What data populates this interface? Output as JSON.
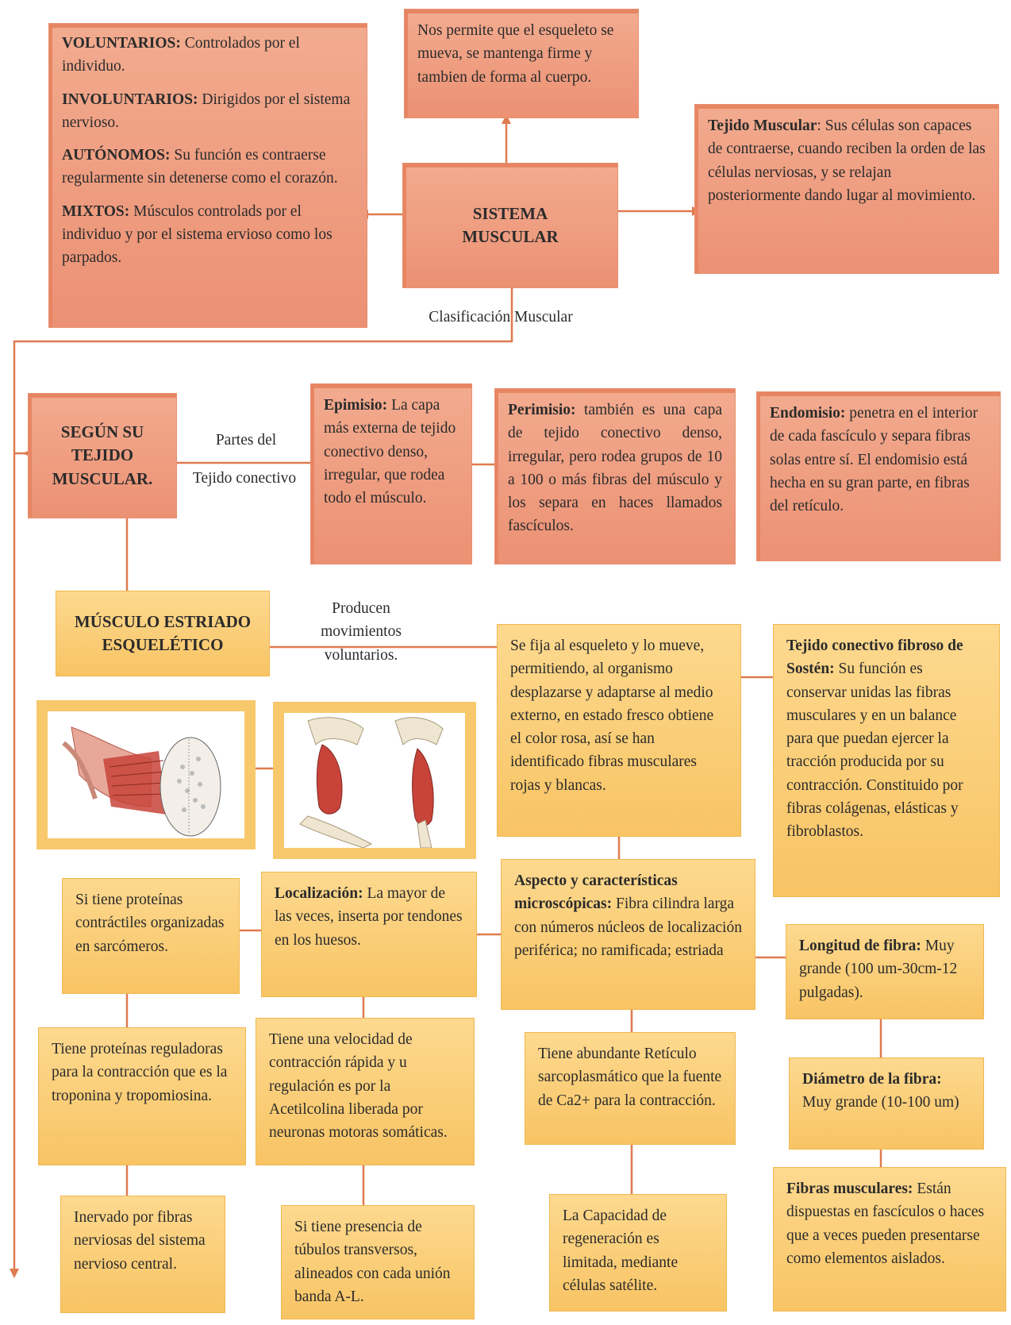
{
  "top_info": "Nos permite que el esqueleto se mueva, se mantenga firme y tambien de forma al cuerpo.",
  "types": [
    {
      "term": "VOLUNTARIOS:",
      "text": " Controlados por el individuo."
    },
    {
      "term": "INVOLUNTARIOS:",
      "text": " Dirigidos por el sistema nervioso."
    },
    {
      "term": "AUTÓNOMOS:",
      "text": " Su función es contraerse regularmente sin detenerse como el corazón."
    },
    {
      "term": "MIXTOS:",
      "text": " Músculos controlads por el individuo y por el sistema ervioso como los parpados."
    }
  ],
  "center_title": "SISTEMA MUSCULAR",
  "tejido_muscular": {
    "term": "Tejido Muscular",
    "text": ": Sus células son capaces de contraerse, cuando reciben la orden de las células nerviosas, y se relajan posteriormente dando lugar al movimiento."
  },
  "classification_label": "Clasificación Muscular",
  "segun_tejido": "SEGÚN SU TEJIDO MUSCULAR.",
  "partes_label_1": "Partes del",
  "partes_label_2": "Tejido conectivo",
  "epimisio": {
    "term": "Epimisio:",
    "text": " La capa más externa de tejido conectivo denso, irregular, que rodea todo el músculo."
  },
  "perimisio": {
    "term": "Perimisio:",
    "text": " también es una capa de tejido conectivo denso, irregular, pero rodea grupos de 10 a 100 o más fibras del músculo y los separa en haces llamados fascículos."
  },
  "endomisio": {
    "term": "Endomisio:",
    "text": " penetra en el interior de cada fascículo y separa fibras solas entre sí. El endomisio está hecha en su gran parte, en fibras del retículo."
  },
  "musculo_estriado": "MÚSCULO ESTRIADO ESQUELÉTICO",
  "producen_label": "Producen movimientos voluntarios.",
  "se_fija": "Se fija al esqueleto y lo mueve, permitiendo, al organismo desplazarse y adaptarse al medio externo, en estado fresco obtiene el color rosa, así se han identificado fibras musculares rojas y blancas.",
  "tejido_fibroso": {
    "term": "Tejido conectivo fibroso de Sostén:",
    "text": " Su función es conservar unidas las fibras musculares y en un balance para que puedan ejercer la tracción producida por su contracción. Constituido por fibras colágenas, elásticas y fibroblastos."
  },
  "proteinas_contractiles": "Si tiene proteínas contráctiles organizadas en sarcómeros.",
  "localizacion": {
    "term": "Localización:",
    "text": " La mayor de las veces, inserta por tendones en los huesos."
  },
  "aspecto": {
    "term": "Aspecto y características microscópicas:",
    "text": " Fibra cilindra larga con números núcleos de localización periférica; no ramificada; estriada"
  },
  "longitud": {
    "term": "Longitud de fibra:",
    "text": " Muy grande (100 um-30cm-12 pulgadas)."
  },
  "proteinas_reguladoras": "Tiene proteínas reguladoras para la contracción que es la troponina y tropomiosina.",
  "velocidad": "Tiene una velocidad de contracción rápida y u regulación es por la Acetilcolina liberada por neuronas motoras somáticas.",
  "reticulo": "Tiene abundante Retículo sarcoplasmático que la fuente de Ca2+ para la contracción.",
  "diametro": {
    "term": "Diámetro de la fibra:",
    "text": " Muy grande (10-100 um)"
  },
  "inervado": "Inervado por fibras nerviosas del sistema nervioso central.",
  "tubulos": "Si tiene presencia de túbulos transversos, alineados con cada unión banda A-L.",
  "regeneracion": "La Capacidad de regeneración es limitada, mediante células satélite.",
  "fibras_musculares": {
    "term": "Fibras musculares:",
    "text": " Están dispuestas en fascículos o haces que a veces pueden presentarse como elementos aislados."
  },
  "colors": {
    "red_box": "#ec9174",
    "yellow_box": "#f8c464",
    "line": "#e07a4f"
  }
}
